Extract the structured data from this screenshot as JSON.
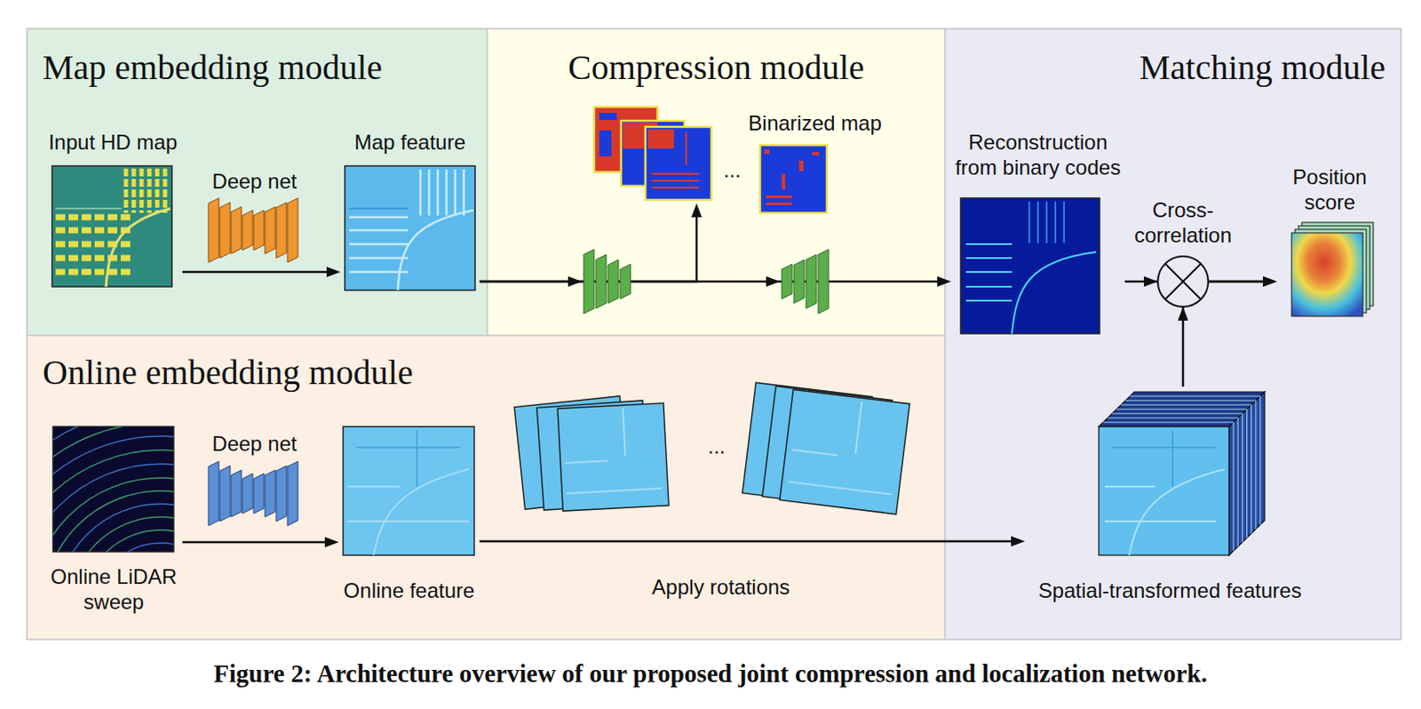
{
  "diagram": {
    "caption": "Figure 2: Architecture overview of our proposed joint compression and localization network.",
    "nodes": [
      {
        "text": [
          "Map embedding module"
        ]
      },
      {
        "text": [
          "Input HD map"
        ],
        "in": 0
      },
      {
        "text": [
          "Map feature"
        ],
        "in": 0
      },
      {
        "text": [
          "Compression module"
        ]
      },
      {
        "text": [
          "Binarized map"
        ],
        "in": 3
      },
      {
        "text": [
          "Matching module"
        ]
      },
      {
        "text": [
          "Reconstruction from binary codes"
        ],
        "in": 5
      },
      {
        "text": [
          "Position score"
        ],
        "in": 5
      },
      {
        "text": [
          "Spatial-transformed features"
        ],
        "in": 5
      },
      {
        "text": [
          "Online embedding module"
        ]
      },
      {
        "text": [
          "Online LiDAR sweep"
        ],
        "in": 9
      },
      {
        "text": [
          "Online feature"
        ],
        "in": 9
      }
    ],
    "edges": [
      {
        "from": 1,
        "to": 2,
        "arrow": "to",
        "label": "Deep net"
      },
      {
        "from": 2,
        "to": 4,
        "arrow": "to"
      },
      {
        "from": 2,
        "to": 6,
        "arrow": "to"
      },
      {
        "from": 6,
        "to": 7,
        "arrow": "to"
      },
      {
        "from": 8,
        "to": 7,
        "arrow": "to"
      },
      {
        "from": 10,
        "to": 11,
        "arrow": "to",
        "label": "Deep net"
      },
      {
        "from": 11,
        "to": 8,
        "arrow": "to"
      }
    ],
    "labels": [
      "...",
      "Cross-correlation",
      "...",
      "Apply rotations"
    ]
  }
}
